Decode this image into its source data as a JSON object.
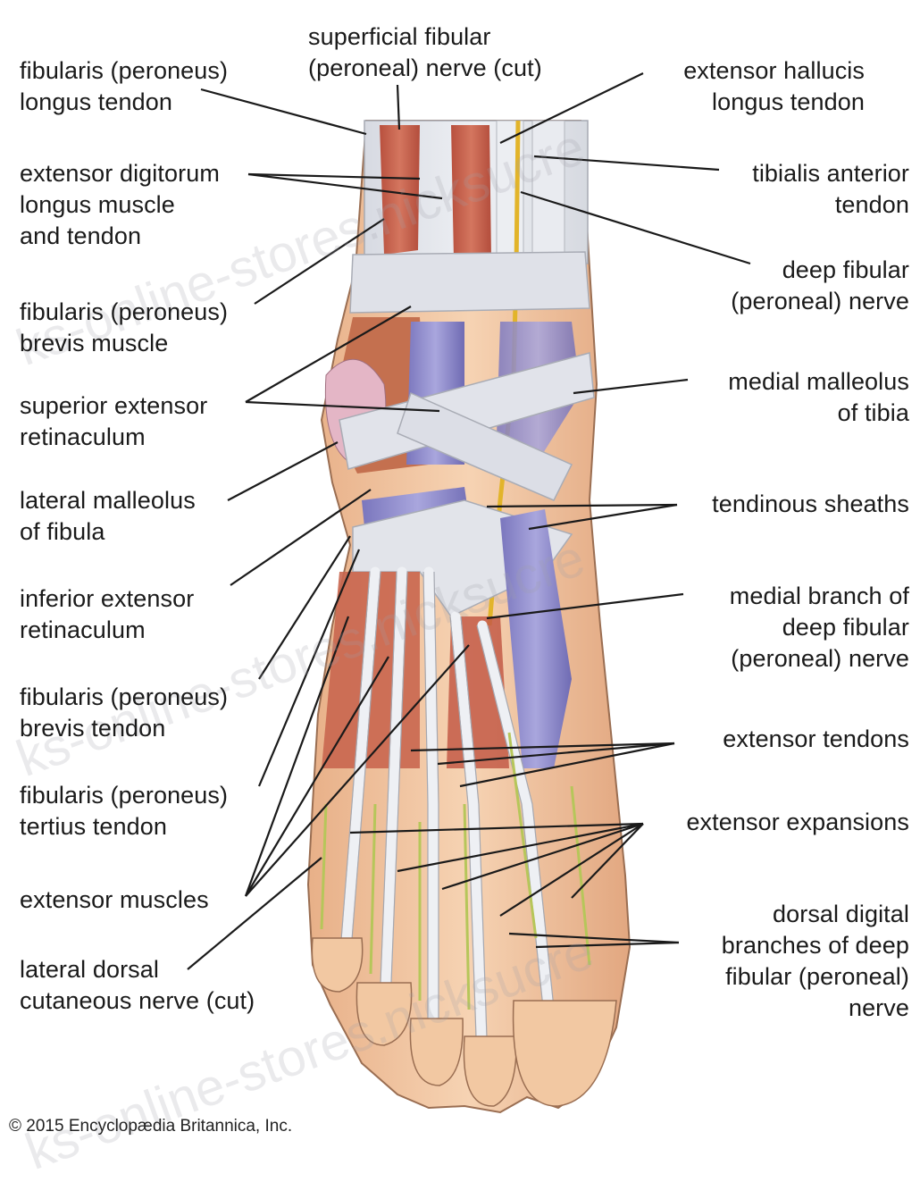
{
  "labels": {
    "superficial_fibular": [
      "superficial fibular",
      "(peroneal) nerve (cut)"
    ],
    "fibularis_longus": [
      "fibularis (peroneus)",
      "longus tendon"
    ],
    "extensor_hallucis": [
      "extensor hallucis",
      "longus tendon"
    ],
    "extensor_digitorum": [
      "extensor digitorum",
      "longus muscle",
      "and tendon"
    ],
    "tibialis_anterior": [
      "tibialis anterior",
      "tendon"
    ],
    "deep_fibular": [
      "deep fibular",
      "(peroneal) nerve"
    ],
    "fibularis_brevis_muscle": [
      "fibularis (peroneus)",
      "brevis muscle"
    ],
    "medial_malleolus": [
      "medial malleolus",
      "of tibia"
    ],
    "superior_retinaculum": [
      "superior extensor",
      "retinaculum"
    ],
    "lateral_malleolus": [
      "lateral malleolus",
      "of fibula"
    ],
    "tendinous_sheaths": [
      "tendinous sheaths"
    ],
    "inferior_retinaculum": [
      "inferior extensor",
      "retinaculum"
    ],
    "medial_branch": [
      "medial branch of",
      "deep fibular",
      "(peroneal) nerve"
    ],
    "fibularis_brevis_tendon": [
      "fibularis (peroneus)",
      "brevis tendon"
    ],
    "extensor_tendons": [
      "extensor tendons"
    ],
    "fibularis_tertius": [
      "fibularis (peroneus)",
      "tertius tendon"
    ],
    "extensor_expansions": [
      "extensor expansions"
    ],
    "extensor_muscles": [
      "extensor muscles"
    ],
    "dorsal_digital": [
      "dorsal digital",
      "branches of deep",
      "fibular (peroneal)",
      "nerve"
    ],
    "lateral_dorsal_cutaneous": [
      "lateral dorsal",
      "cutaneous nerve (cut)"
    ]
  },
  "copyright": "© 2015 Encyclopædia Britannica, Inc.",
  "watermark": "ks-online-stores.nicksucre",
  "colors": {
    "tendon": "#e3e6ec",
    "muscle": "#c8614d",
    "sheath": "#8a86c9",
    "skin": "#f0c39a",
    "nerve": "#e8c23a",
    "retinaculum": "#dcdee5",
    "bone": "#d9a9b8"
  }
}
